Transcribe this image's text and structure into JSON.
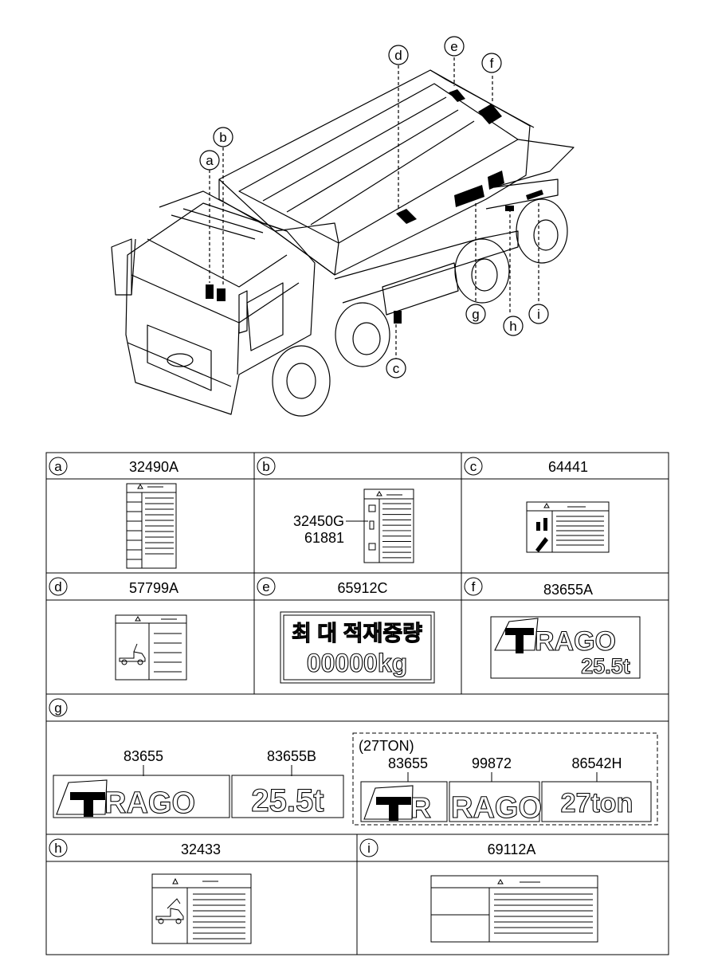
{
  "callouts": {
    "a": "a",
    "b": "b",
    "c": "c",
    "d": "d",
    "e": "e",
    "f": "f",
    "g": "g",
    "h": "h",
    "i": "i"
  },
  "cells": {
    "a": {
      "letter": "a",
      "part": "32490A"
    },
    "b": {
      "letter": "b",
      "part1": "32450G",
      "part2": "61881"
    },
    "c": {
      "letter": "c",
      "part": "64441"
    },
    "d": {
      "letter": "d",
      "part": "57799A"
    },
    "e": {
      "letter": "e",
      "part": "65912C",
      "line1": "최 대 적재중량",
      "line2": "00000kg"
    },
    "f": {
      "letter": "f",
      "part": "83655A",
      "brand": "RAGO",
      "tonnage": "25.5t"
    },
    "g": {
      "letter": "g",
      "left": {
        "part1": "83655",
        "part2": "83655B",
        "brand": "RAGO",
        "tonnage": "25.5t"
      },
      "group": {
        "title": "(27TON)",
        "part1": "83655",
        "part2": "99872",
        "part3": "86542H",
        "brand1": "R",
        "brand2": "RAGO",
        "tonnage": "27ton"
      }
    },
    "h": {
      "letter": "h",
      "part": "32433"
    },
    "i": {
      "letter": "i",
      "part": "69112A"
    }
  },
  "colors": {
    "line": "#000000",
    "background": "#ffffff"
  }
}
